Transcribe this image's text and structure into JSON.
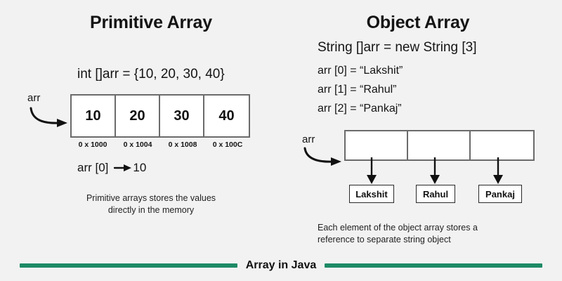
{
  "background_color": "#f2f2f2",
  "accent_color": "#1d8a66",
  "box_border_color": "#6b6b6b",
  "left_panel": {
    "title": "Primitive Array",
    "declaration": "int []arr = {10, 20, 30, 40}",
    "pointer_label": "arr",
    "cells": [
      "10",
      "20",
      "30",
      "40"
    ],
    "addresses": [
      "0 x 1000",
      "0 x 1004",
      "0 x 1008",
      "0 x 100C"
    ],
    "index_example": {
      "lhs": "arr [0]",
      "arrow": "→",
      "rhs": "10"
    },
    "caption_line1": "Primitive arrays stores the values",
    "caption_line2": "directly in the memory"
  },
  "right_panel": {
    "title": "Object Array",
    "declaration": "String []arr = new String [3]",
    "assignments": [
      "arr [0] = “Lakshit”",
      "arr [1] = “Rahul”",
      "arr [2] = “Pankaj”"
    ],
    "pointer_label": "arr",
    "cells": [
      "",
      "",
      ""
    ],
    "objects": [
      "Lakshit",
      "Rahul",
      "Pankaj"
    ],
    "caption_line1": "Each element of the object  array stores a",
    "caption_line2": "reference to separate string object"
  },
  "footer": {
    "title": "Array in Java"
  }
}
